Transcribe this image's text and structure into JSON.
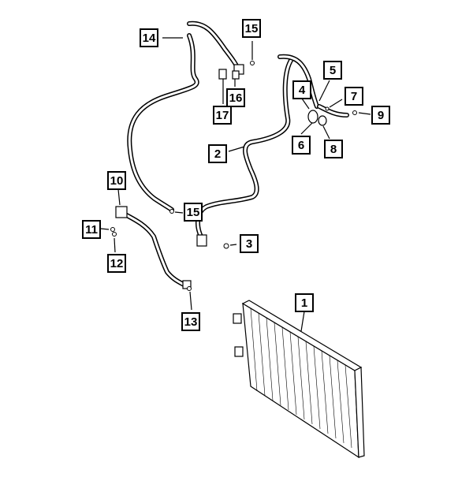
{
  "diagram": {
    "callouts": [
      {
        "id": "c1",
        "label": "1"
      },
      {
        "id": "c2",
        "label": "2"
      },
      {
        "id": "c3",
        "label": "3"
      },
      {
        "id": "c4",
        "label": "4"
      },
      {
        "id": "c5",
        "label": "5"
      },
      {
        "id": "c6",
        "label": "6"
      },
      {
        "id": "c7",
        "label": "7"
      },
      {
        "id": "c8",
        "label": "8"
      },
      {
        "id": "c9",
        "label": "9"
      },
      {
        "id": "c10",
        "label": "10"
      },
      {
        "id": "c11",
        "label": "11"
      },
      {
        "id": "c12",
        "label": "12"
      },
      {
        "id": "c13",
        "label": "13"
      },
      {
        "id": "c14",
        "label": "14"
      },
      {
        "id": "c15a",
        "label": "15"
      },
      {
        "id": "c15b",
        "label": "15"
      },
      {
        "id": "c16",
        "label": "16"
      },
      {
        "id": "c17",
        "label": "17"
      }
    ]
  }
}
